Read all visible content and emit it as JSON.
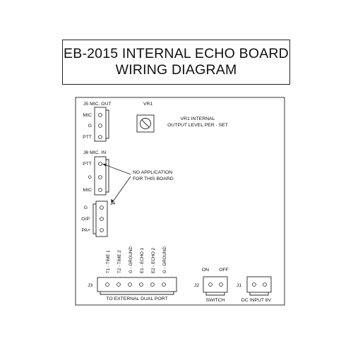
{
  "title": {
    "line1": "EB-2015 INTERNAL ECHO BOARD",
    "line2": "WIRING DIAGRAM"
  },
  "vr1": {
    "label": "VR1",
    "desc_line1": "VR1 INTERNAL",
    "desc_line2": "OUTPUT LEVEL PER - SET"
  },
  "j5": {
    "label": "J5 MIC. OUT",
    "pins": [
      "MIC",
      "G",
      "PTT"
    ]
  },
  "j6": {
    "label": "J6 MIC. IN",
    "pins": [
      "PTT",
      "G",
      "MIC"
    ]
  },
  "note": {
    "line1": "NO APPLICATION",
    "line2": "FOR THIS BOARD"
  },
  "j4": {
    "label": "J4",
    "pins": [
      "G",
      "O/P",
      "PA+"
    ]
  },
  "j3": {
    "label": "J3",
    "pins": [
      "T1 - TIME 1",
      "T2 - TIME 2",
      "G - GROUND",
      "E1 - ECHO 1",
      "E2 - ECHO 2",
      "G - GROUND"
    ],
    "caption": "TO EXTERNAL DUAL PORT"
  },
  "j2": {
    "label": "J2",
    "on": "ON",
    "off": "OFF",
    "caption": "SWITCH"
  },
  "j1": {
    "label": "J1",
    "caption": "DC INPUT 8V"
  }
}
